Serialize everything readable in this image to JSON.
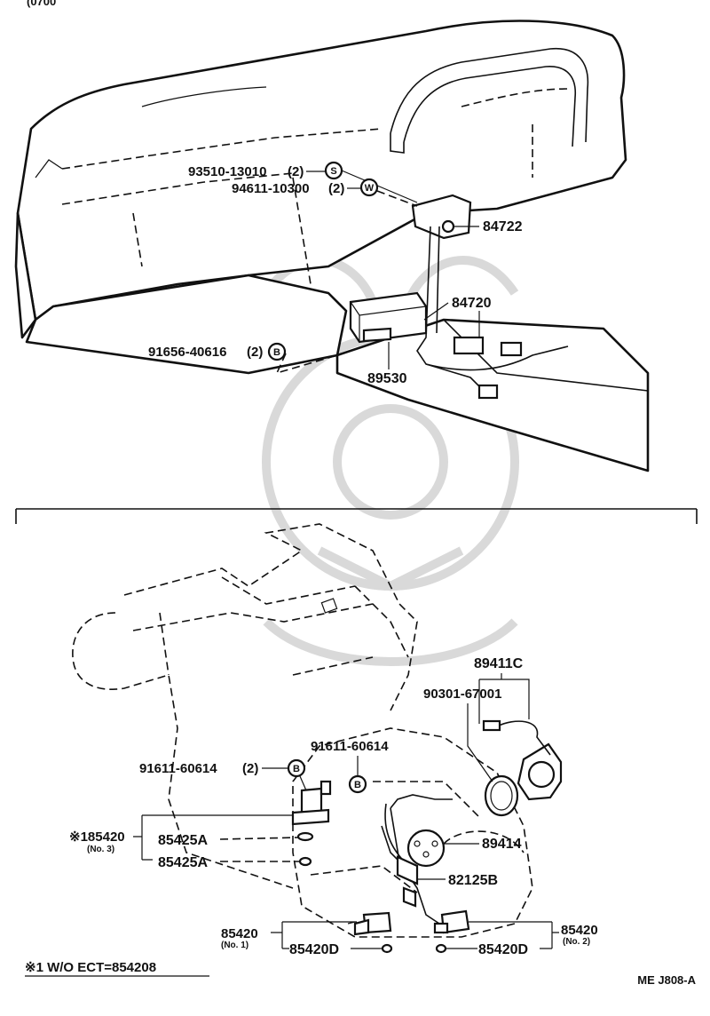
{
  "header_fragment": "(0700",
  "upper": {
    "callouts": {
      "bolt": {
        "part": "93510-13010",
        "qty": "(2)",
        "symbol": "S"
      },
      "washer": {
        "part": "94611-10300",
        "qty": "(2)",
        "symbol": "W"
      },
      "sensor": {
        "part": "84722"
      },
      "switch_assy": {
        "part": "84720"
      },
      "screw": {
        "part": "91656-40616",
        "qty": "(2)",
        "symbol": "B"
      },
      "computer": {
        "part": "89530"
      }
    }
  },
  "lower": {
    "callouts": {
      "sensor_assy": {
        "part": "89411C"
      },
      "o_ring": {
        "part": "90301-67001"
      },
      "bolt_center": {
        "part": "91611-60614",
        "symbol": "B"
      },
      "bolt_left": {
        "part": "91611-60614",
        "qty": "(2)",
        "symbol": "B"
      },
      "solenoid_no3": {
        "part": "※185420",
        "note": "(No. 3)"
      },
      "gasket_a1": {
        "part": "85425A"
      },
      "gasket_a2": {
        "part": "85425A"
      },
      "rotor": {
        "part": "89414"
      },
      "switch": {
        "part": "82125B"
      },
      "solenoid_no1": {
        "part": "85420",
        "note": "(No. 1)"
      },
      "gasket_d1": {
        "part": "85420D"
      },
      "gasket_d2": {
        "part": "85420D"
      },
      "solenoid_no2": {
        "part": "85420",
        "note": "(No. 2)"
      }
    }
  },
  "footnote": "※1  W/O ECT=854208",
  "figure_code": "ME J808-A"
}
